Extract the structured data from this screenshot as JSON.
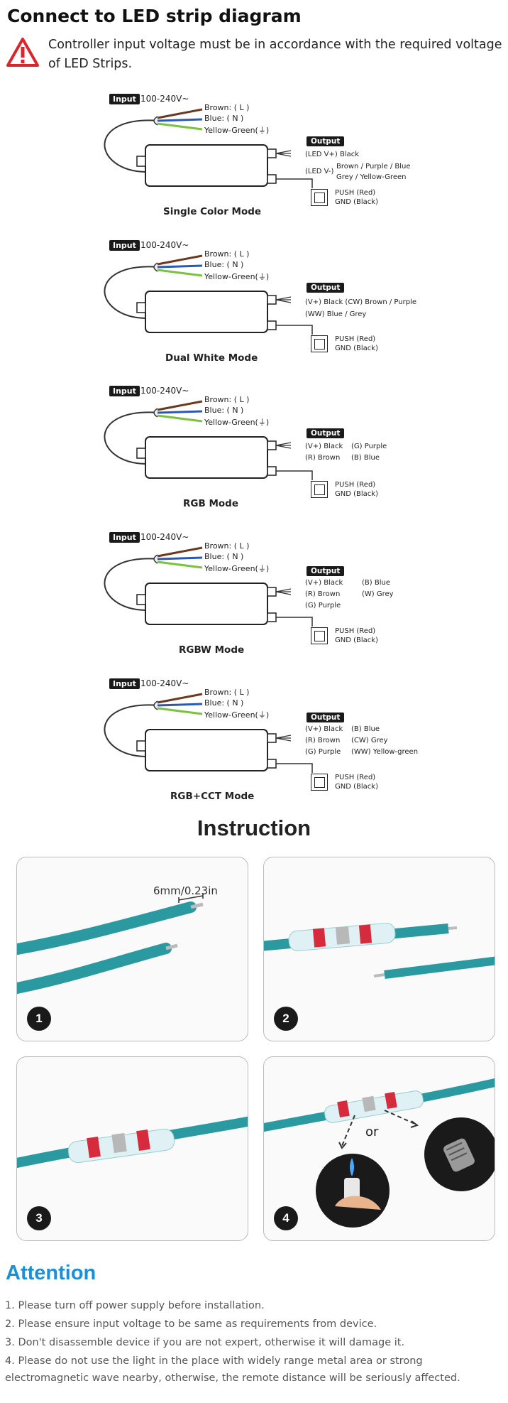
{
  "header": {
    "title": "Connect to LED strip diagram",
    "warning": "Controller input voltage must be in accordance with the required voltage of LED Strips."
  },
  "common": {
    "input_tag": "Input",
    "input_voltage": "100-240V~",
    "wire_brown": "Brown: ( L )",
    "wire_blue": "Blue: ( N )",
    "wire_yg": "Yellow-Green(⏚)",
    "output_tag": "Output",
    "push": "PUSH (Red)",
    "gnd": "GND (Black)"
  },
  "diagrams": [
    {
      "mode": "Single Color Mode",
      "outputs": [
        "(LED V+) Black",
        "(LED V-)",
        "Brown / Purple / Blue",
        "Grey / Yellow-Green"
      ]
    },
    {
      "mode": "Dual White Mode",
      "outputs": [
        "(V+)   Black   (CW) Brown / Purple",
        "(WW) Blue / Grey"
      ]
    },
    {
      "mode": "RGB Mode",
      "outputs": [
        "(V+) Black",
        "(G) Purple",
        "(R)  Brown",
        "(B)  Blue"
      ]
    },
    {
      "mode": "RGBW Mode",
      "outputs": [
        "(V+) Black",
        "(B) Blue",
        "(R)  Brown",
        "(W)  Grey",
        "(G)  Purple"
      ]
    },
    {
      "mode": "RGB+CCT Mode",
      "outputs": [
        "(V+) Black",
        "(B)  Blue",
        "(R)  Brown",
        "(CW)  Grey",
        "(G)  Purple",
        "(WW) Yellow-green"
      ]
    }
  ],
  "instruction": {
    "title": "Instruction",
    "steps": [
      "1",
      "2",
      "3",
      "4"
    ],
    "measure_label": "6mm/0.23in",
    "or_label": "or"
  },
  "attention": {
    "title": "Attention",
    "items": [
      "1. Please turn off power supply before installation.",
      "2. Please ensure input voltage to be same as requirements from device.",
      "3. Don't disassemble device if you are not expert, otherwise it will damage it.",
      "4. Please do not use the light in the place with widely range metal area or strong electromagnetic wave nearby, otherwise, the remote distance will be seriously affected."
    ]
  },
  "colors": {
    "accent": "#1b8fd8",
    "warning_red": "#d9262c",
    "wire_teal": "#2a9aa0",
    "wire_brown": "#6b3a1e",
    "wire_blue": "#2a59b5",
    "wire_green": "#7cc242"
  }
}
